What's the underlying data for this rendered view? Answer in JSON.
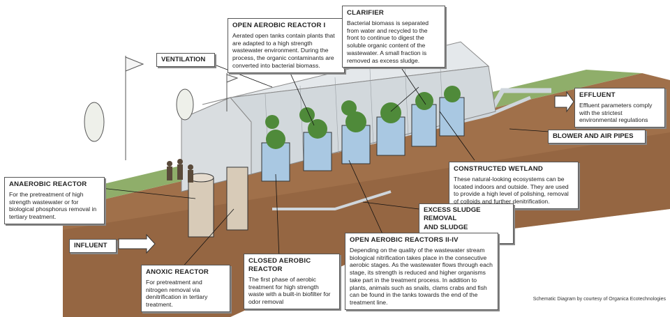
{
  "labels": {
    "open_aerobic_1": {
      "title": "OPEN AEROBIC REACTOR  I",
      "body": "Aerated open tanks contain plants that are adapted to a high strength wastewater environment. During the process, the organic contaminants are converted into bacterial biomass."
    },
    "clarifier": {
      "title": "CLARIFIER",
      "body": "Bacterial biomass is separated from water and recycled to the front to continue to digest the soluble organic content of the wastewater. A small fraction is removed as excess sludge."
    },
    "ventilation": {
      "title": "VENTILATION"
    },
    "effluent": {
      "title": "EFFLUENT",
      "body": "Effluent parameters comply with the strictest environmental regulations"
    },
    "blower": {
      "title": "BLOWER AND AIR PIPES"
    },
    "wetland": {
      "title": "CONSTRUCTED WETLAND",
      "body": "These natural-looking ecosystems can be located indoors and outside.   They are used to provide a high level of polishing, removal of colloids and further denitrification."
    },
    "anaerobic": {
      "title": "ANAEROBIC REACTOR",
      "body": "For the pretreatment of high strength wastewater or for biological phosphorus removal in tertiary treatment."
    },
    "sludge": {
      "line1": "EXCESS SLUDGE REMOVAL",
      "line2": "AND SLUDGE RECIRCULATION"
    },
    "influent": {
      "title": "INFLUENT"
    },
    "open_aerobic_2_4": {
      "title": "OPEN AEROBIC REACTORS II-IV",
      "body": "Depending on the quality of the wastewater stream biological nitrification takes place in the consecutive aerobic stages. As the wastewater flows through each stage, its strength is reduced and higher organisms take part in the treatment process. In addition to plants, animals such as snails, clams crabs and fish can be found in the tanks towards the end of the treatment line."
    },
    "closed_aerobic": {
      "title": "CLOSED AEROBIC REACTOR",
      "body": "The first phase of aerobic treatment for high strength waste with a built-in biofilter for odor removal"
    },
    "anoxic": {
      "title": "ANOXIC REACTOR",
      "body": "For pretreatment and nitrogen removal via denitrification in tertiary treatment."
    }
  },
  "credit": "Schematic Diagram by courtesy of Organica Ecotechnologies",
  "colors": {
    "ground": "#a0704a",
    "ground_dark": "#7a4f30",
    "grass": "#8fae6a",
    "tank_water": "#a9c8e2",
    "plants": "#4f8a3a",
    "glass": "#d9dde0"
  }
}
